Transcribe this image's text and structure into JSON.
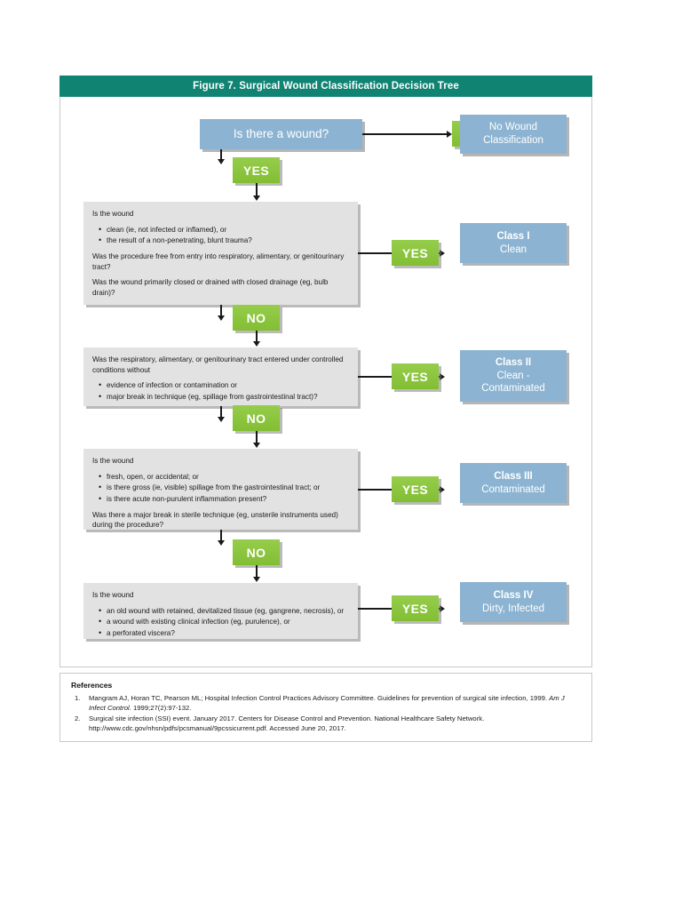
{
  "figure": {
    "title": "Figure 7.  Surgical Wound Classification Decision Tree",
    "title_bar_color": "#108372",
    "blue_color": "#8cb4d2",
    "green_color": "#8cc63f",
    "gray_color": "#e2e2e2"
  },
  "nodes": {
    "root_question": "Is there a wound?",
    "no_wound_result": {
      "line1": "No Wound",
      "line2": "Classification"
    },
    "yes_label": "YES",
    "no_label": "NO"
  },
  "branches": [
    {
      "id": "class-1",
      "question": {
        "intro": "Is the wound",
        "bullets": [
          "clean (ie, not infected or inflamed), or",
          "the result of a non-penetrating, blunt trauma?"
        ],
        "paragraphs": [
          "Was the procedure free from entry into respiratory, alimentary, or genitourinary tract?",
          "Was the wound primarily closed or drained with closed drainage (eg, bulb drain)?"
        ]
      },
      "yes_label": "YES",
      "no_label": "NO",
      "result": {
        "line1": "Class I",
        "line2": "Clean",
        "line3": ""
      }
    },
    {
      "id": "class-2",
      "question": {
        "intro": "Was the respiratory, alimentary, or genitourinary tract entered under controlled conditions without",
        "bullets": [
          "evidence of infection or contamination or",
          "major break in technique (eg, spillage from gastrointestinal tract)?"
        ],
        "paragraphs": []
      },
      "yes_label": "YES",
      "no_label": "NO",
      "result": {
        "line1": "Class II",
        "line2": "Clean -",
        "line3": "Contaminated"
      }
    },
    {
      "id": "class-3",
      "question": {
        "intro": "Is the wound",
        "bullets": [
          "fresh, open, or accidental; or",
          "is there gross (ie, visible) spillage from the gastrointestinal tract; or",
          "is there acute non-purulent inflammation present?"
        ],
        "paragraphs": [
          "Was there a major break in sterile technique (eg, unsterile instruments used) during the procedure?"
        ]
      },
      "yes_label": "YES",
      "no_label": "NO",
      "result": {
        "line1": "Class III",
        "line2": "Contaminated",
        "line3": ""
      }
    },
    {
      "id": "class-4",
      "question": {
        "intro": "Is the wound",
        "bullets": [
          "an old wound with retained, devitalized tissue (eg, gangrene, necrosis), or",
          "a wound with existing clinical infection (eg, purulence), or",
          "a perforated viscera?"
        ],
        "paragraphs": []
      },
      "yes_label": "YES",
      "no_label": "",
      "result": {
        "line1": "Class IV",
        "line2": "Dirty, Infected",
        "line3": ""
      }
    }
  ],
  "references": {
    "heading": "References",
    "items": [
      {
        "num": "1.",
        "pre": "Mangram AJ, Horan TC, Pearson ML; Hospital Infection Control Practices Advisory Committee. Guidelines for prevention of surgical site infection, 1999. ",
        "italic": "Am J Infect Control.",
        "post": " 1999;27(2):97-132."
      },
      {
        "num": "2.",
        "pre": "Surgical site infection (SSI) event. January 2017. Centers for Disease Control and Prevention. National Healthcare Safety Network. http://www.cdc.gov/nhsn/pdfs/pcsmanual/9pcssicurrent.pdf. Accessed June 20, 2017.",
        "italic": "",
        "post": ""
      }
    ]
  }
}
